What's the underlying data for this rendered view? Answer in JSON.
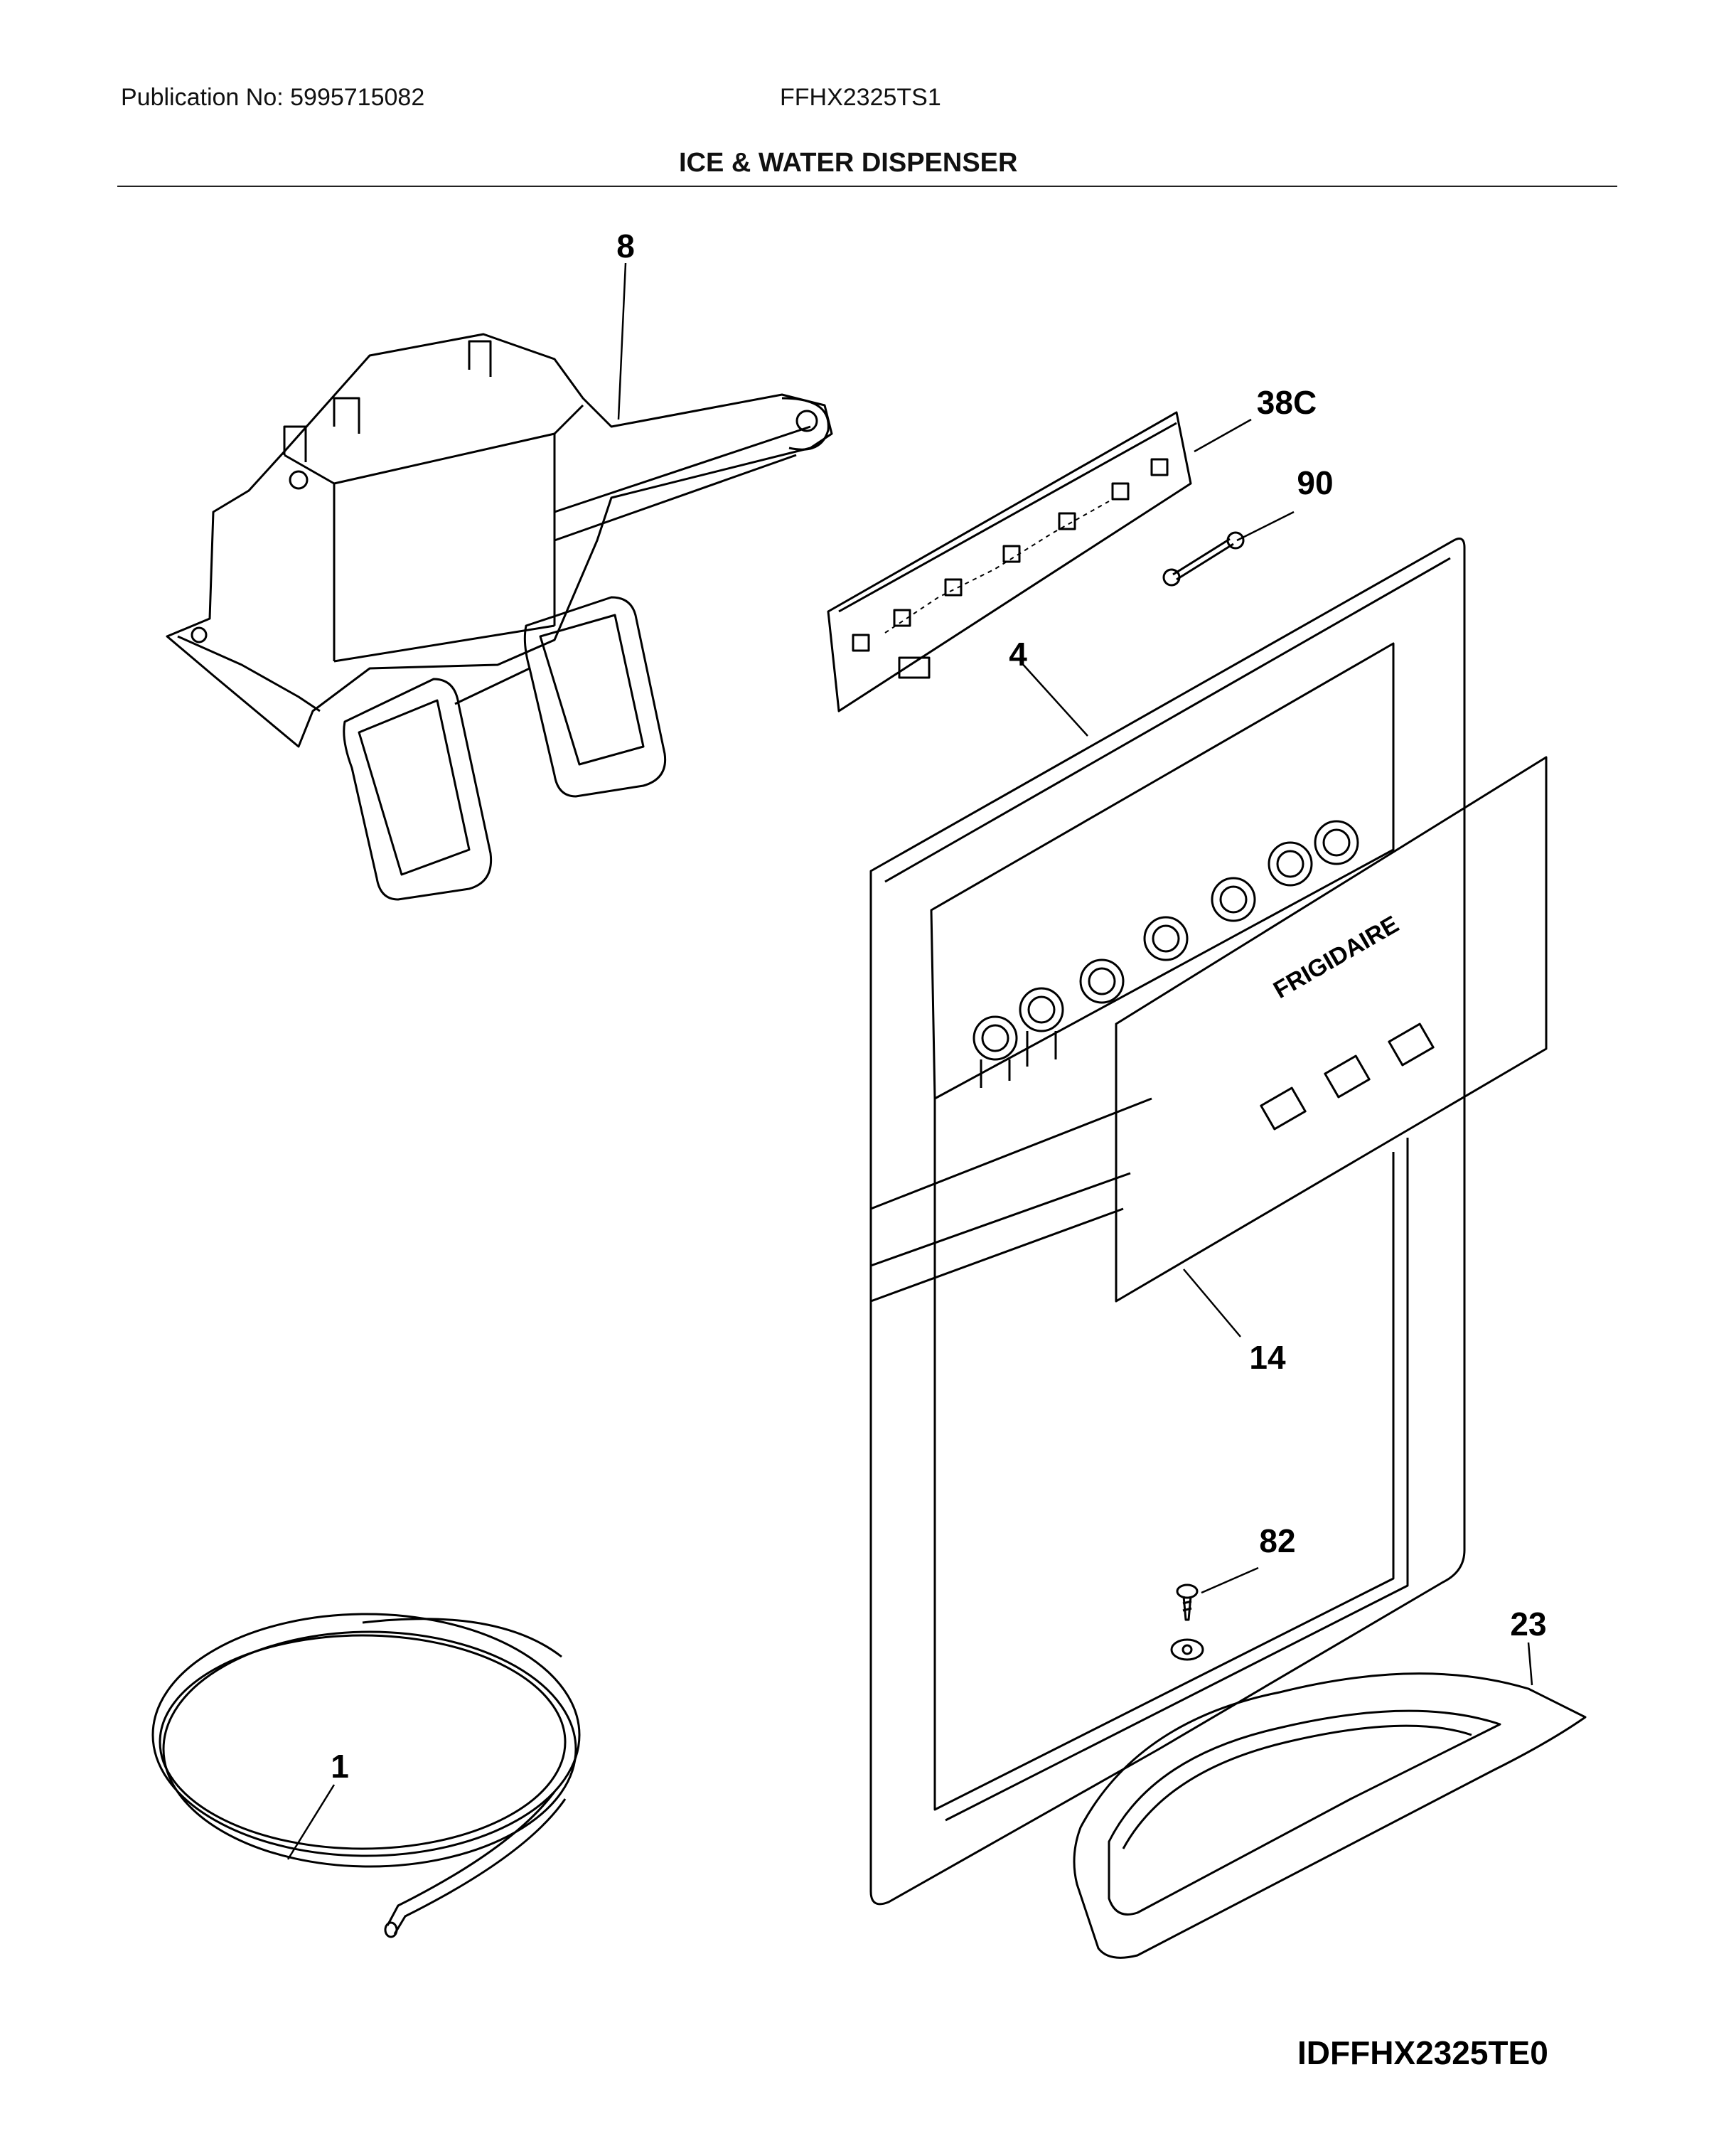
{
  "header": {
    "publication": "Publication No: 5995715082",
    "model": "FFHX2325TS1",
    "section_title": "ICE & WATER DISPENSER"
  },
  "callouts": {
    "c8": "8",
    "c38c": "38C",
    "c90": "90",
    "c4": "4",
    "c14": "14",
    "c82": "82",
    "c23": "23",
    "c1": "1"
  },
  "panel_brand": "FRIGIDAIRE",
  "figure_id": "IDFFHX2325TE0"
}
